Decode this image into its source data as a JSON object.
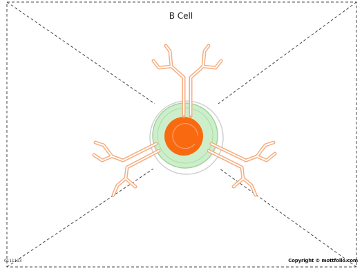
{
  "diagram": {
    "title": "B Cell",
    "code": "0111113",
    "copyright": "Copyright © mottfollo.com"
  },
  "colors": {
    "frame": "#444444",
    "antibody": "#f5ad80",
    "nucleus": "#f96a10",
    "cytoplasm": "#cdeeca",
    "membrane": "#c9c9c9"
  }
}
